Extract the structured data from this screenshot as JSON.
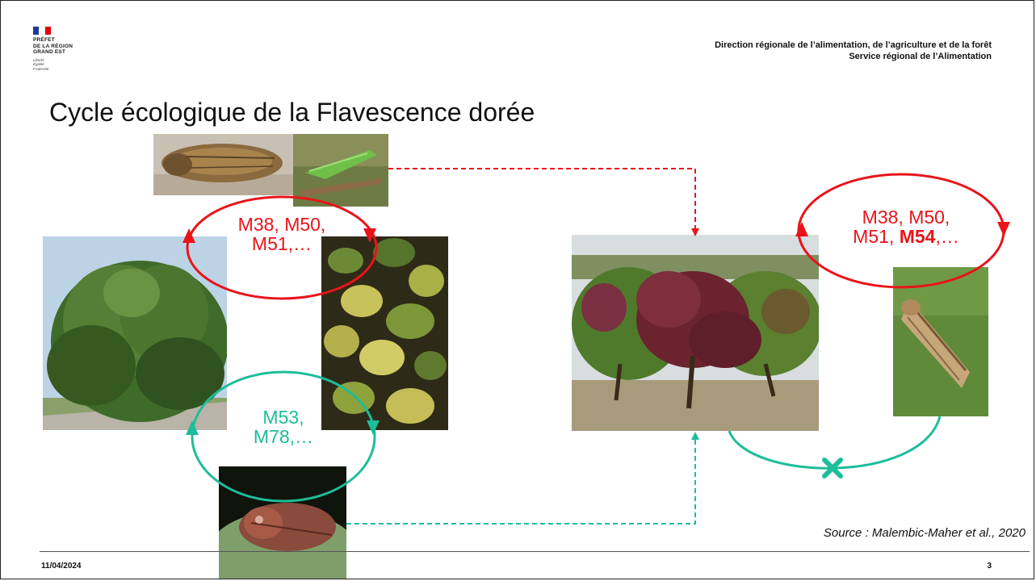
{
  "logo": {
    "line1": "PRÉFET",
    "line2": "DE LA RÉGION",
    "line3": "GRAND EST",
    "motto1": "Liberté",
    "motto2": "Égalité",
    "motto3": "Fraternité"
  },
  "header": {
    "line1": "Direction régionale de l’alimentation, de l’agriculture et de la forêt",
    "line2": "Service régional de l’Alimentation"
  },
  "title": "Cycle écologique de la Flavescence dorée",
  "cycles": {
    "wild_red": {
      "line1": "M38, M50,",
      "line2": "M51,…"
    },
    "wild_green": {
      "line1": "M53,",
      "line2": "M78,…"
    },
    "vine_red": {
      "line1": "M38, M50,",
      "line2_prefix": "M51, ",
      "line2_bold": "M54",
      "line2_suffix": ",…"
    }
  },
  "colors": {
    "red": "#e8141a",
    "green": "#1dbd99",
    "text": "#111111"
  },
  "icons": {
    "blocked_transmission": "cross-mark-icon"
  },
  "footer": {
    "source": "Source : Malembic-Maher et al., 2020",
    "date": "11/04/2024",
    "page_number": "3"
  }
}
